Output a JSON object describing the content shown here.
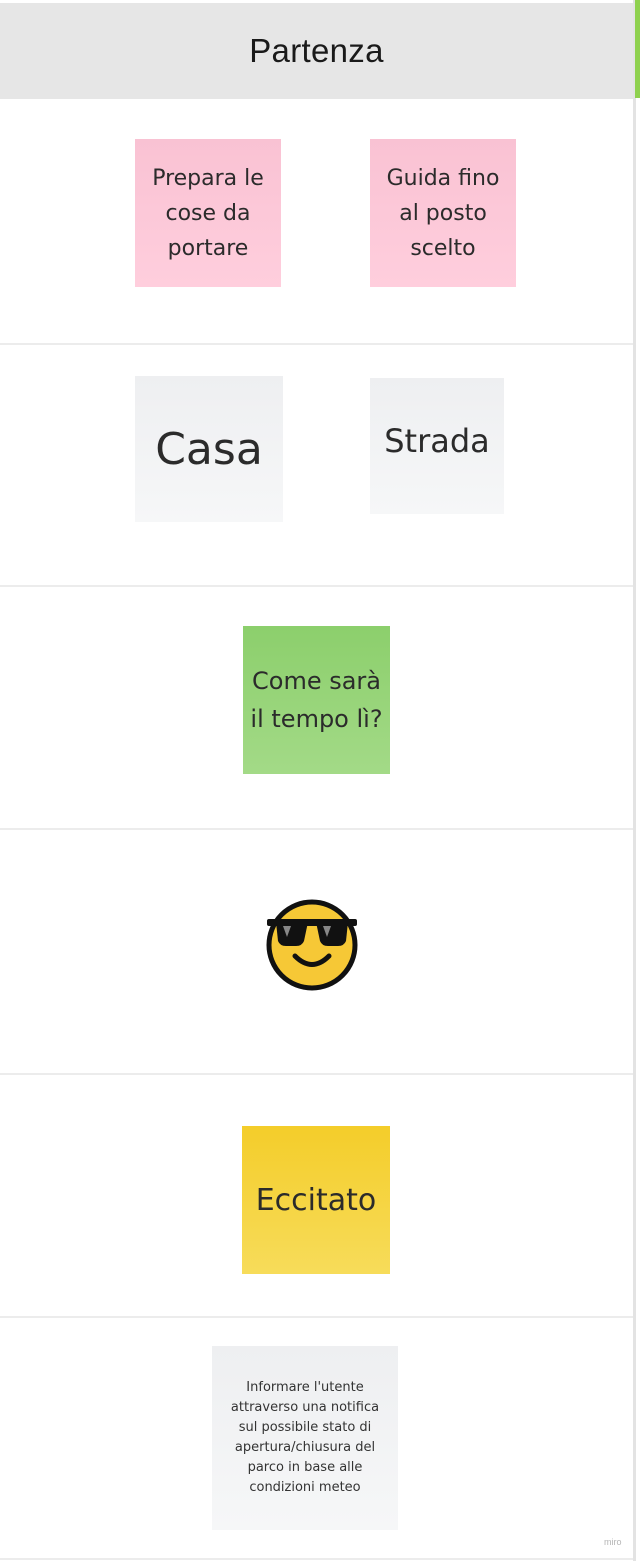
{
  "header": {
    "title": "Partenza"
  },
  "row_actions": {
    "sticky_1": "Prepara le cose da portare",
    "sticky_2": "Guida fino al posto scelto"
  },
  "row_touchpoints": {
    "sticky_1": "Casa",
    "sticky_2": "Strada"
  },
  "row_thoughts": {
    "sticky_1": "Come sarà il tempo lì?"
  },
  "row_emotion": {
    "emoji_icon": "smiling-face-with-sunglasses-icon"
  },
  "row_feelings": {
    "sticky_1": "Eccitato"
  },
  "row_opportunities": {
    "sticky_1": "Informare l'utente attraverso una notifica sul possibile stato di apertura/chiusura del parco in base alle condizioni meteo"
  },
  "watermark": "miro",
  "colors": {
    "header_bg": "#e6e6e6",
    "accent_green": "#8fd14f",
    "sticky_pink": "#ffc9da",
    "sticky_white": "#f3f4f5",
    "sticky_green": "#95d373",
    "sticky_yellow": "#f5d13a"
  }
}
